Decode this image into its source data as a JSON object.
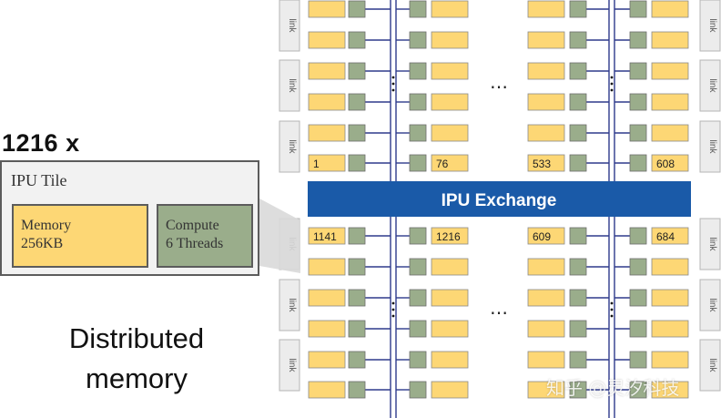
{
  "diagram": {
    "tile_count": "1216 x",
    "tile": {
      "title": "IPU Tile",
      "memory_line1": "Memory",
      "memory_line2": "256KB",
      "compute_line1": "Compute",
      "compute_line2": "6 Threads"
    },
    "exchange_label": "IPU Exchange",
    "link_label": "link",
    "ellipsis": "…",
    "tile_ids": {
      "top_left": "1",
      "top_mid": "76",
      "top_right_a": "533",
      "top_right_b": "608",
      "bottom_left": "1141",
      "bottom_mid": "1216",
      "bottom_right_a": "609",
      "bottom_right_b": "684"
    },
    "caption_line1": "Distributed",
    "caption_line2": "memory"
  },
  "watermark": "知乎 @灵汐科技",
  "colors": {
    "memory": "#fdd775",
    "compute": "#9aad8b",
    "exchange": "#1a5aa8",
    "bus": "#2e3a8c",
    "link_box": "#ececec"
  }
}
